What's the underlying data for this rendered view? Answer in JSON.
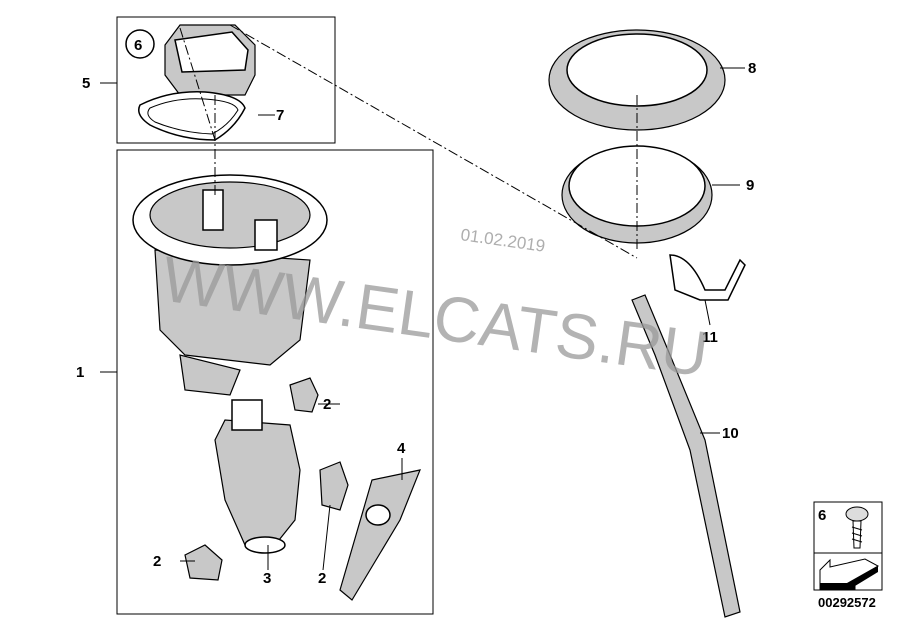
{
  "diagram": {
    "callouts": {
      "c1": "1",
      "c2a": "2",
      "c2b": "2",
      "c2c": "2",
      "c3": "3",
      "c4": "4",
      "c5": "5",
      "c6": "6",
      "c7": "7",
      "c8": "8",
      "c9": "9",
      "c10": "10",
      "c11": "11"
    },
    "legend_box": {
      "number": "6"
    },
    "part_number": "00292572",
    "watermark": "WWW.ELCATS.RU",
    "watermark_date": "01.02.2019"
  }
}
